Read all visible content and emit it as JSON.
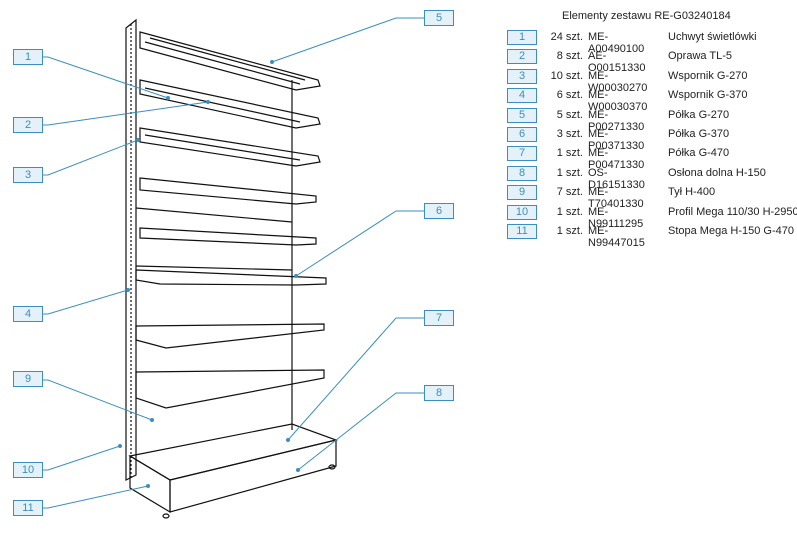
{
  "title": "Elementy zestawu RE-G03240184",
  "accent_color": "#3a8fbf",
  "callout_fill": "#e4f1f8",
  "parts": [
    {
      "num": "1",
      "qty": "24 szt.",
      "code": "ME-A00490100",
      "desc": "Uchwyt świetlówki"
    },
    {
      "num": "2",
      "qty": "8 szt.",
      "code": "AE-O00151330",
      "desc": "Oprawa TL-5"
    },
    {
      "num": "3",
      "qty": "10 szt.",
      "code": "ME-W00030270",
      "desc": "Wspornik G-270"
    },
    {
      "num": "4",
      "qty": "6 szt.",
      "code": "ME-W00030370",
      "desc": "Wspornik G-370"
    },
    {
      "num": "5",
      "qty": "5 szt.",
      "code": "ME-P00271330",
      "desc": "Półka G-270"
    },
    {
      "num": "6",
      "qty": "3 szt.",
      "code": "ME-P00371330",
      "desc": "Półka G-370"
    },
    {
      "num": "7",
      "qty": "1 szt.",
      "code": "ME-P00471330",
      "desc": "Półka G-470"
    },
    {
      "num": "8",
      "qty": "1 szt.",
      "code": "OS-D16151330",
      "desc": "Osłona dolna H-150"
    },
    {
      "num": "9",
      "qty": "7 szt.",
      "code": "ME-T70401330",
      "desc": "Tył H-400"
    },
    {
      "num": "10",
      "qty": "1 szt.",
      "code": "ME-N99111295",
      "desc": "Profil Mega 110/30 H-2950"
    },
    {
      "num": "11",
      "qty": "1 szt.",
      "code": "ME-N99447015",
      "desc": "Stopa Mega H-150 G-470"
    }
  ],
  "callouts": {
    "c1": "1",
    "c2": "2",
    "c3": "3",
    "c4": "4",
    "c5": "5",
    "c6": "6",
    "c7": "7",
    "c8": "8",
    "c9": "9",
    "c10": "10",
    "c11": "11"
  }
}
